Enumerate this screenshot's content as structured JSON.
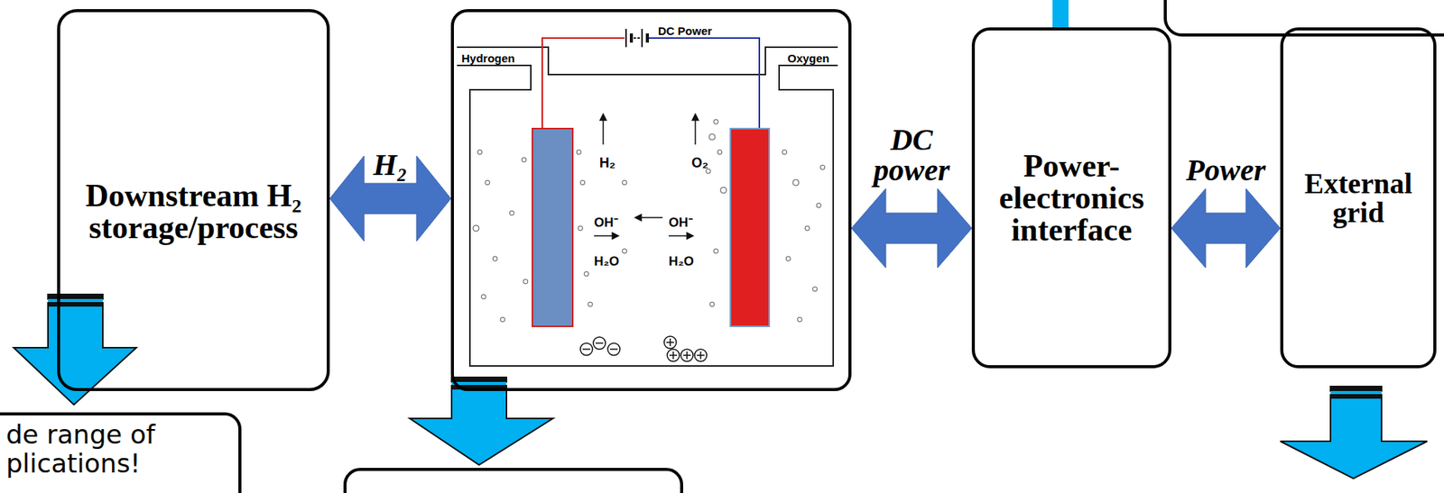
{
  "diagram": {
    "nodes": [
      {
        "text": [
          "Downstream H₂ storage/process"
        ]
      },
      {
        "text": [
          "DC Power",
          "Hydrogen",
          "Oxygen",
          "H₂",
          "O₂",
          "OH⁻",
          "OH⁻",
          "H₂O",
          "H₂O"
        ]
      },
      {
        "text": [
          "Power- electronics interface"
        ]
      },
      {
        "text": [
          "External grid"
        ]
      },
      {
        "text": [
          "de range of plications!"
        ]
      }
    ],
    "edges": [
      {
        "from": 0,
        "to": 1,
        "arrow": "both",
        "label": "H₂"
      },
      {
        "from": 1,
        "to": 2,
        "arrow": "both",
        "label": "DC power"
      },
      {
        "from": 2,
        "to": 3,
        "arrow": "both",
        "label": "Power"
      }
    ]
  }
}
